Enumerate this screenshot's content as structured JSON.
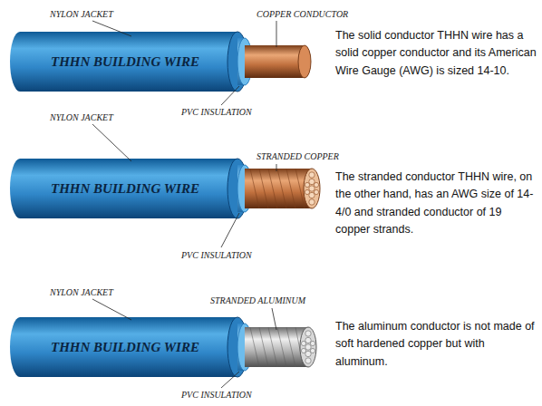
{
  "diagram": {
    "nodes": [
      {
        "text": [
          "THHN BUILDING WIRE"
        ]
      },
      {
        "text": [
          "THHN BUILDING WIRE"
        ]
      },
      {
        "text": [
          "THHN BUILDING WIRE"
        ]
      }
    ],
    "labels": [
      "NYLON JACKET",
      "COPPER CONDUCTOR",
      "The solid conductor THHN wire has a solid copper conductor and its American Wire Gauge (AWG) is sized 14-10.",
      "PVC INSULATION",
      "NYLON JACKET",
      "STRANDED COPPER",
      "The stranded conductor THHN wire, on the other hand, has an AWG size of 14-4/0 and stranded conductor of 19 copper strands.",
      "PVC INSULATION",
      "NYLON JACKET",
      "STRANDED ALUMINUM",
      "The aluminum conductor is not made of soft hardened copper but with aluminum.",
      "PVC INSULATION"
    ]
  }
}
